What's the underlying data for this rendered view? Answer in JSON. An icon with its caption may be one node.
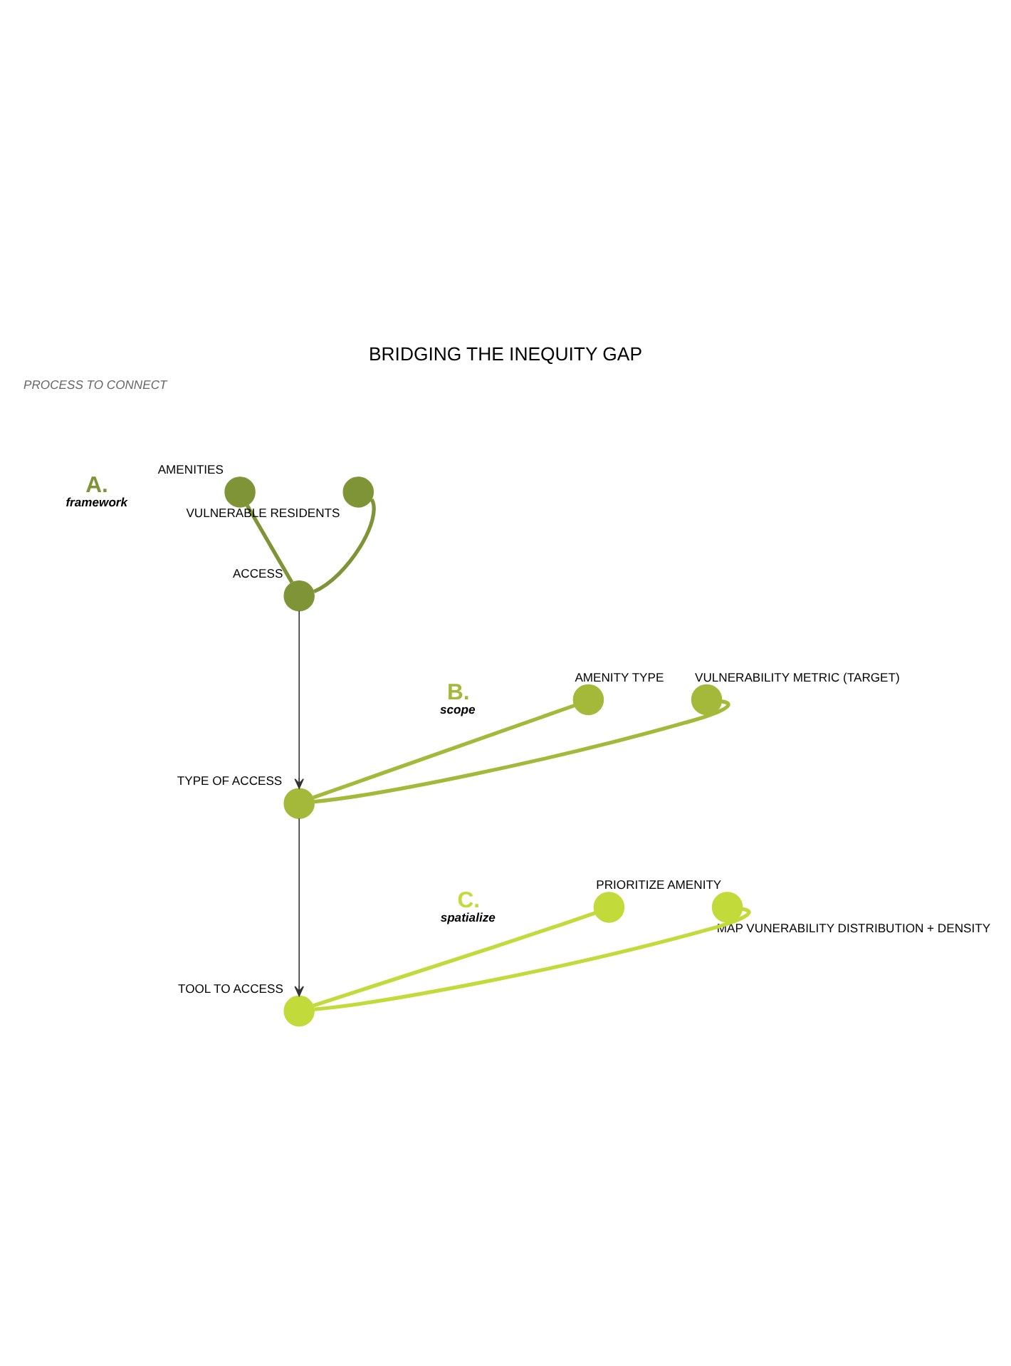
{
  "diagram": {
    "title": "BRIDGING THE INEQUITY GAP",
    "nodes": [
      {
        "text": [
          "A.",
          "framework"
        ]
      },
      {
        "text": [],
        "shape": "circle",
        "beside": [
          "AMENITIES"
        ]
      },
      {
        "text": [],
        "shape": "circle",
        "beside": [
          "ACCESS"
        ]
      },
      {
        "text": [],
        "shape": "circle",
        "beside": [
          "VULNERABLE RESIDENTS"
        ]
      },
      {
        "text": [
          "B.",
          "scope"
        ]
      },
      {
        "text": [],
        "shape": "circle",
        "beside": [
          "AMENITY TYPE"
        ]
      },
      {
        "text": [],
        "shape": "circle",
        "beside": [
          "TYPE OF ACCESS"
        ]
      },
      {
        "text": [],
        "shape": "circle",
        "beside": [
          "VULNERABILITY METRIC (TARGET)"
        ]
      },
      {
        "text": [
          "C.",
          "spatialize"
        ]
      },
      {
        "text": [],
        "shape": "circle",
        "beside": [
          "PRIORITIZE AMENITY"
        ]
      },
      {
        "text": [],
        "shape": "circle",
        "beside": [
          "TOOL TO ACCESS"
        ]
      },
      {
        "text": [],
        "shape": "circle",
        "beside": [
          "MAP VUNERABILITY DISTRIBUTION + DENSITY"
        ]
      }
    ],
    "edges": [
      {
        "from": 1,
        "to": 2,
        "arrow": "none"
      },
      {
        "from": 2,
        "to": 3,
        "arrow": "none"
      },
      {
        "from": 2,
        "to": 6,
        "arrow": "to",
        "color": "#333333"
      },
      {
        "from": 5,
        "to": 6,
        "arrow": "none"
      },
      {
        "from": 6,
        "to": 7,
        "arrow": "none"
      },
      {
        "from": 6,
        "to": 10,
        "arrow": "to",
        "color": "#333333"
      },
      {
        "from": 9,
        "to": 10,
        "arrow": "none"
      },
      {
        "from": 10,
        "to": 11,
        "arrow": "none"
      }
    ],
    "labels": [
      "PROCESS TO CONNECT"
    ]
  }
}
